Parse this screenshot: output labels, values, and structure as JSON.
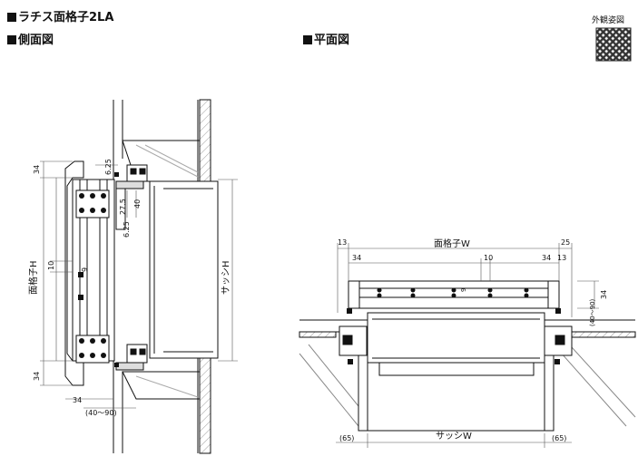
{
  "title": "ラチス面格子2LA",
  "side_view": {
    "heading": "側面図",
    "dims": {
      "d34_top": "34",
      "d625_a": "6.25",
      "d275": "27.5",
      "d40": "40",
      "d625_b": "6.25",
      "d10": "10",
      "d9": "9",
      "d34_bottom": "34",
      "d34_lower": "34",
      "d40_90": "(40～90)",
      "grille_h": "面格子H",
      "sash_h": "サッシH"
    }
  },
  "plan_view": {
    "heading": "平面図",
    "dims": {
      "d13_left": "13",
      "grille_w": "面格子W",
      "d25": "25",
      "d34_left": "34",
      "d10": "10",
      "d34_right": "34",
      "d13_right": "13",
      "d9": "9",
      "d34_side": "34",
      "d40_90": "(40～90)",
      "d65_left": "(65)",
      "sash_w": "サッシW",
      "d65_right": "(65)"
    }
  },
  "appearance": {
    "label": "外観姿図"
  }
}
